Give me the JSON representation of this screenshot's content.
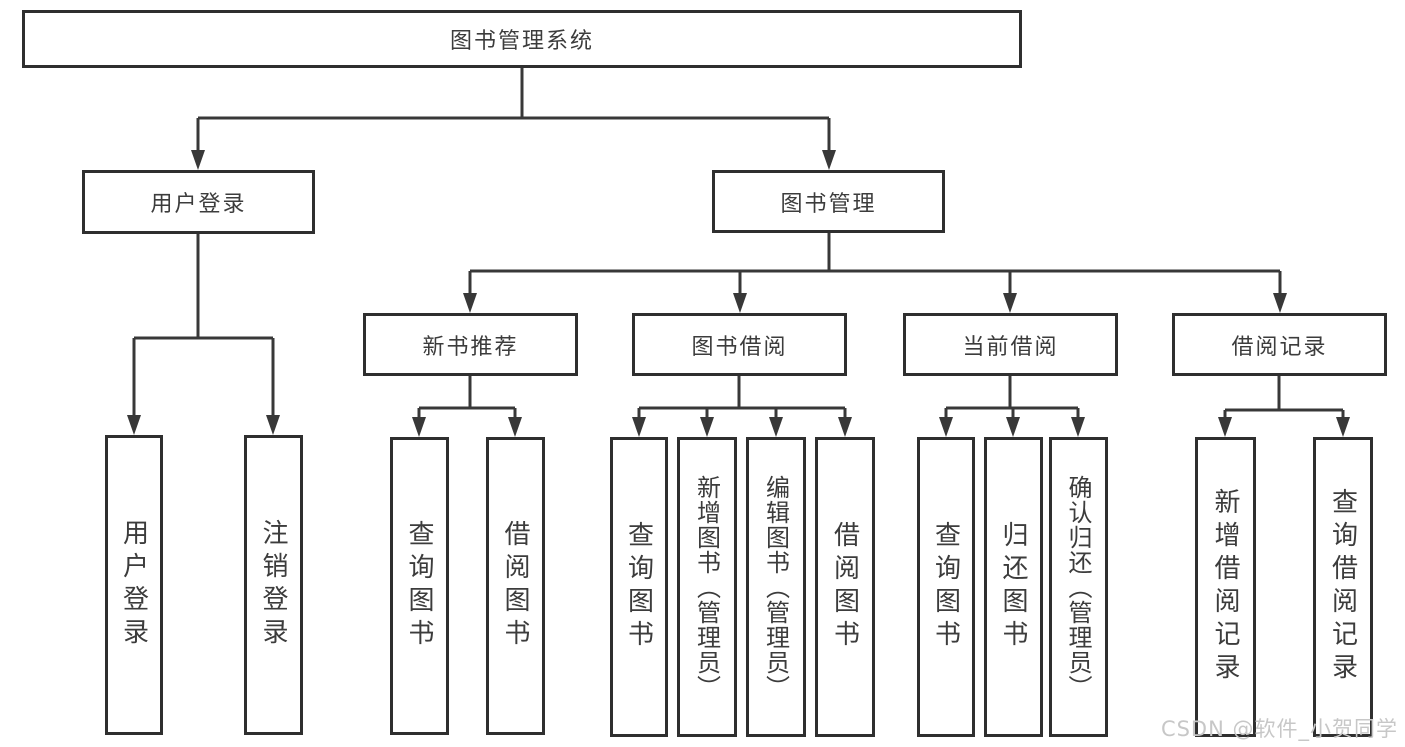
{
  "tree": {
    "root": {
      "label": "图书管理系统"
    },
    "branches": [
      {
        "label": "用户登录",
        "children": [
          {
            "label": "用户登录"
          },
          {
            "label": "注销登录"
          }
        ]
      },
      {
        "label": "图书管理",
        "sections": [
          {
            "label": "新书推荐",
            "children": [
              {
                "label": "查询图书"
              },
              {
                "label": "借阅图书"
              }
            ]
          },
          {
            "label": "图书借阅",
            "children": [
              {
                "label": "查询图书"
              },
              {
                "label": "新增图书（管理员）"
              },
              {
                "label": "编辑图书（管理员）"
              },
              {
                "label": "借阅图书"
              }
            ]
          },
          {
            "label": "当前借阅",
            "children": [
              {
                "label": "查询图书"
              },
              {
                "label": "归还图书"
              },
              {
                "label": "确认归还（管理员）"
              }
            ]
          },
          {
            "label": "借阅记录",
            "children": [
              {
                "label": "新增借阅记录"
              },
              {
                "label": "查询借阅记录"
              }
            ]
          }
        ]
      }
    ]
  },
  "watermark": {
    "text": "CSDN @软件_小贺同学"
  },
  "colors": {
    "box_border": "#2f2f2f",
    "connector": "#383838",
    "text": "#3c3c3c",
    "watermark": "#c7c7c7",
    "background": "#ffffff"
  }
}
